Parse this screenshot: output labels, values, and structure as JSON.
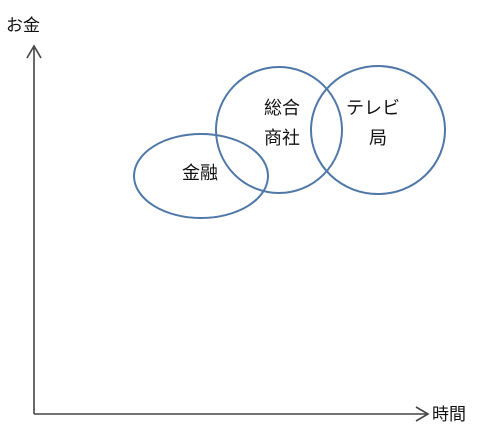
{
  "axes": {
    "y_label": "お金",
    "x_label": "時間",
    "line_color": "#444444"
  },
  "bubbles": [
    {
      "id": "finance",
      "lines": [
        "金融"
      ]
    },
    {
      "id": "trading",
      "lines": [
        "総合",
        "商社"
      ]
    },
    {
      "id": "tv",
      "lines": [
        "テレビ",
        "局"
      ]
    }
  ],
  "style": {
    "ellipse_stroke": "#4f78a8"
  }
}
